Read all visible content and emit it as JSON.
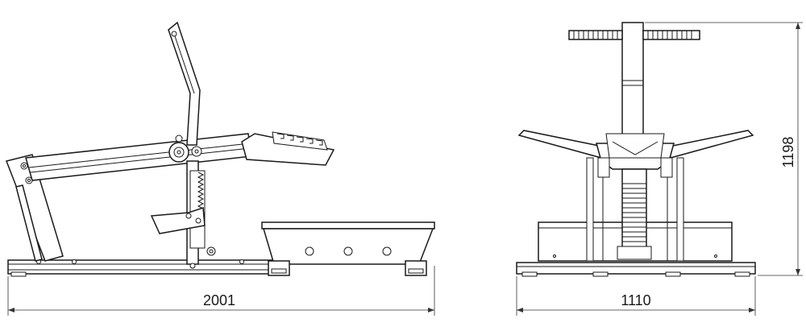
{
  "drawing": {
    "side_view": {
      "name": "side-elevation",
      "dimension_length": "2001"
    },
    "front_view": {
      "name": "front-elevation",
      "dimension_width": "1110",
      "dimension_height": "1198"
    },
    "colors": {
      "line": "#1a1a1a",
      "background": "#ffffff"
    }
  }
}
